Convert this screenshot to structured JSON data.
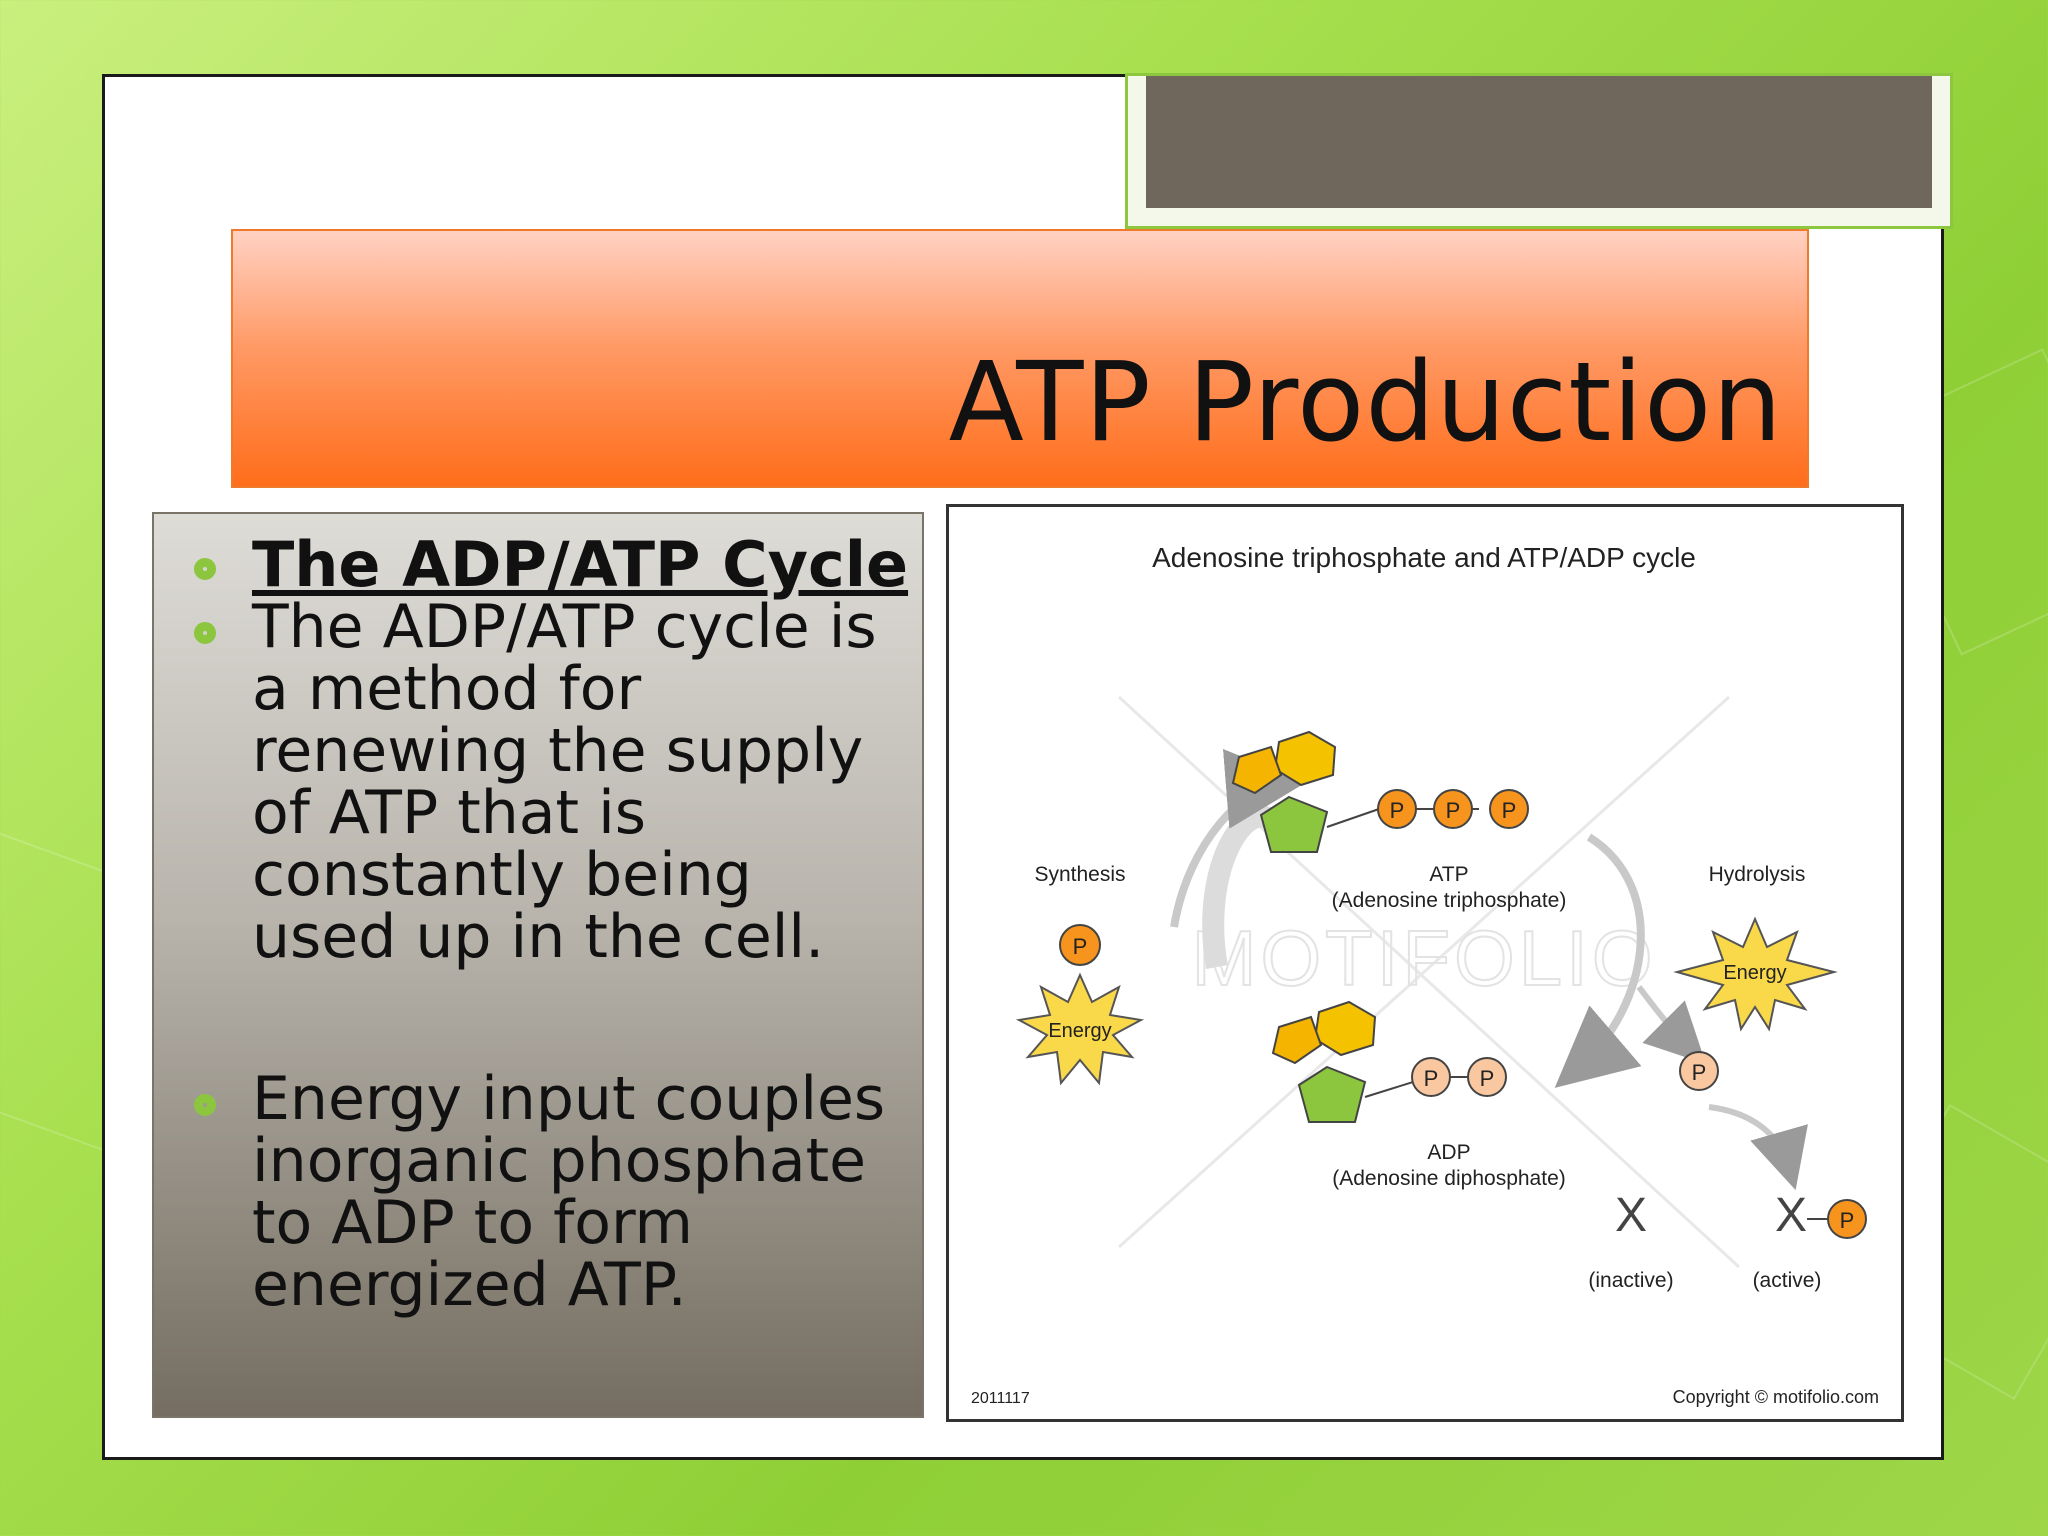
{
  "slide": {
    "title": "ATP Production",
    "bullets": [
      {
        "text": "The ADP/ATP Cycle",
        "heading": true
      },
      {
        "text": "The ADP/ATP cycle is a method for renewing the supply of ATP that is constantly being used up in the cell."
      },
      {
        "text": "Energy input couples inorganic phosphate to ADP to form energized ATP."
      }
    ]
  },
  "diagram": {
    "title": "Adenosine triphosphate and ATP/ADP cycle",
    "synthesis_label": "Synthesis",
    "hydrolysis_label": "Hydrolysis",
    "atp_label": "ATP",
    "atp_full": "(Adenosine triphosphate)",
    "adp_label": "ADP",
    "adp_full": "(Adenosine diphosphate)",
    "energy_label": "Energy",
    "phosphate_label": "P",
    "x_label": "X",
    "inactive_label": "(inactive)",
    "active_label": "(active)",
    "watermark": "MOTIFOLIO",
    "id_code": "2011117",
    "copyright": "Copyright © motifolio.com"
  },
  "colors": {
    "accent_green": "#8cc63f",
    "title_orange": "#ff6d1a",
    "phosphate_orange": "#f7941d",
    "energy_yellow": "#f9d84a",
    "sugar_green": "#8cc63f",
    "base_yellow": "#f5b400"
  }
}
